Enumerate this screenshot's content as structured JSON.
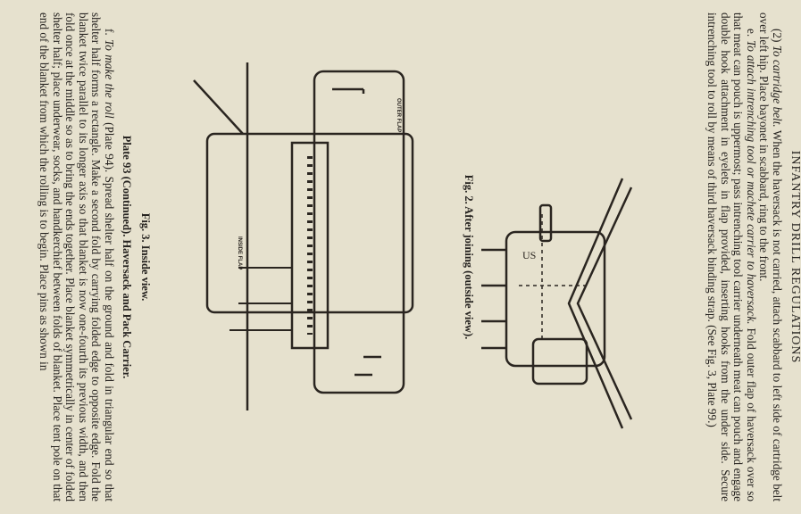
{
  "header": {
    "running_title": "INFANTRY DRILL REGULATIONS"
  },
  "paragraphs": {
    "p1_lead": "(2) ",
    "p1_italic": "To cartridge belt.",
    "p1_text": " When the haversack is not carried, attach scabbard to left side of cartridge belt over left hip. Place bayonet in scabbard, ring to the front.",
    "p2_lead": "e. ",
    "p2_italic": "To attach intrenching tool or machete carrier to haversack.",
    "p2_text": " Fold outer flap of haversack over so that meat can pouch is uppermost; pass intrenching tool carrier underneath meat can pouch and engage double hook attachment in eyelets in flap provided, inserting hooks from the under side. Secure intrenching tool to roll by means of third haversack binding strap. (See Fig. 3, Plate 99.)",
    "p3_lead": "f. ",
    "p3_italic": "To make the roll",
    "p3_text": " (Plate 94). Spread shelter half on the ground and fold in triangular end so that shelter half forms a rectangle. Make a second fold by carrying folded edge to opposite edge. Fold the blanket twice parallel to its longer axis so that blanket is now one-fourth its previous width, and then fold once at the middle so as to bring the ends together. Place blanket symmetrically in center of folded shelter half; place underwear, socks, and handkerchief between folds of blanket. Place tent pole on that end of the blanket from which the rolling is to begin. Place pins as shown in"
  },
  "figures": {
    "fig2_caption": "Fig. 2. After joining (outside view).",
    "fig2_mark": "US",
    "fig3_caption": "Fig. 3. Inside view.",
    "fig3_outer_flap": "OUTER FLAP",
    "fig3_inside_flap": "INSIDE FLAP",
    "plate_caption": "Plate 93 (Continued). Haversack and Pack Carrier."
  }
}
